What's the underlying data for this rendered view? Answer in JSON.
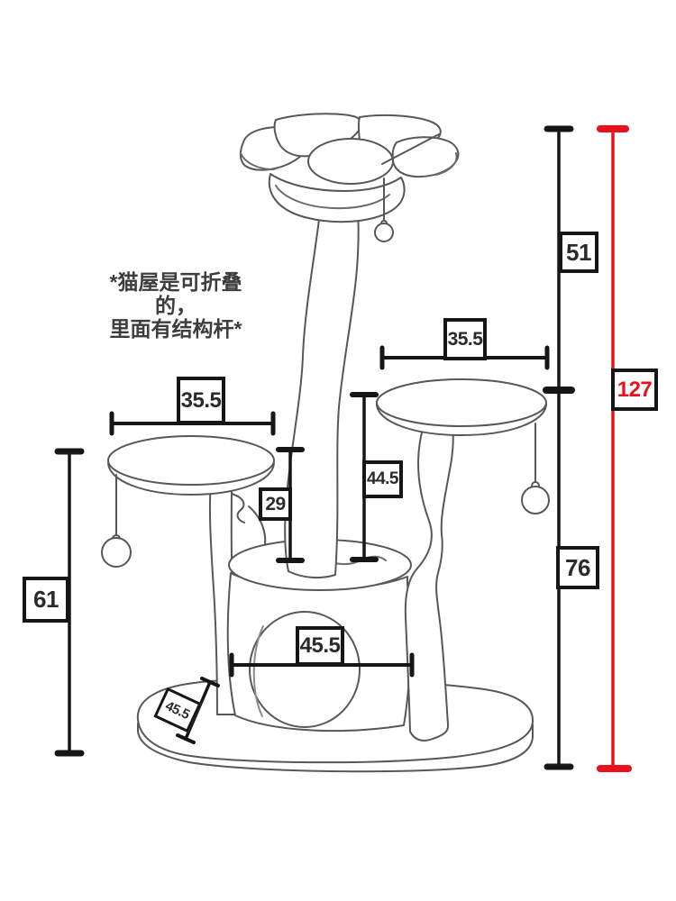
{
  "note": {
    "line1": "*猫屋是可折叠的，",
    "line2": "里面有结构杆*"
  },
  "dimensions": {
    "upper_height": "51",
    "total_height": "127",
    "right_platform_width": "35.5",
    "left_platform_width": "35.5",
    "right_pole_height": "44.5",
    "left_step_height": "29",
    "left_platform_height": "61",
    "lower_height": "76",
    "house_width": "45.5",
    "base_depth": "45.5"
  },
  "colors": {
    "highlight_red": "#e8121c",
    "dimension_black": "#161616",
    "sketch_gray": "#575757",
    "background": "#ffffff"
  }
}
